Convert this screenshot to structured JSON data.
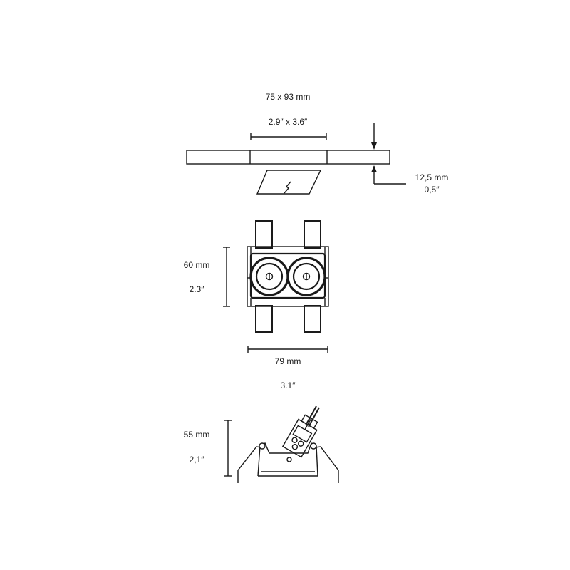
{
  "top_view": {
    "dimension_mm": "75 x 93 mm",
    "dimension_in": "2.9″ x 3.6″",
    "thickness_mm": "12,5 mm",
    "thickness_in": "0,5″"
  },
  "front_view": {
    "height_mm": "60 mm",
    "height_in": "2.3″",
    "width_mm": "79 mm",
    "width_in": "3.1″"
  },
  "side_view": {
    "height_mm": "55 mm",
    "height_in": "2,1″"
  },
  "colors": {
    "ink": "#1a1a1a",
    "background": "#ffffff"
  }
}
